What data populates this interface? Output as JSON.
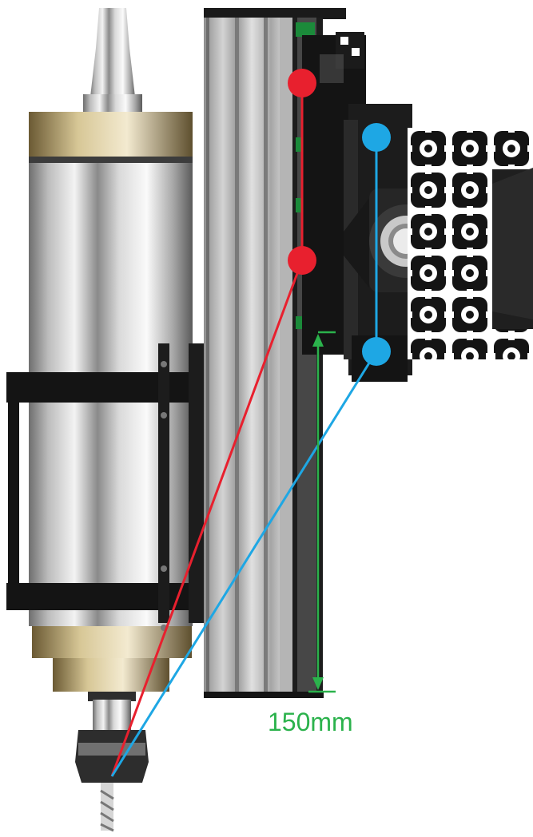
{
  "dimension": {
    "label": "150mm",
    "color": "#2bb24c"
  },
  "colors": {
    "red_marker": "#e8202e",
    "blue_marker": "#1ea7e4",
    "dimension_line": "#2bb24c"
  },
  "icons": [
    "spindle-motor",
    "linear-rail-plate",
    "bearing-block",
    "aluminium-extrusion",
    "end-mill-bit"
  ]
}
